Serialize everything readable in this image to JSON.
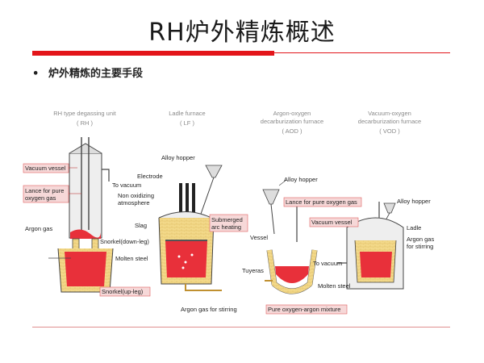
{
  "title": "RH炉外精炼概述",
  "bullet": {
    "marker": "•",
    "text": "炉外精炼的主要手段"
  },
  "units": [
    {
      "name": "RH type degassing unit",
      "abbr": "( RH )"
    },
    {
      "name": "Ladle furnace",
      "abbr": "( LF )"
    },
    {
      "name_line1": "Argon-oxygen",
      "name_line2": "decarburization furnace",
      "abbr": "( AOD )"
    },
    {
      "name_line1": "Vacuum-oxygen",
      "name_line2": "decarburization furnace",
      "abbr": "( VOD )"
    }
  ],
  "rh_labels": {
    "vacuum_vessel": "Vacuum vessel",
    "lance_line1": "Lance for pure",
    "lance_line2": "oxygen gas",
    "argon_gas": "Argon gas",
    "to_vacuum": "To vacuum",
    "snorkel_down": "Snorkel(down-leg)",
    "snorkel_up": "Snorkel(up-leg)"
  },
  "lf_labels": {
    "alloy_hopper": "Alloy hopper",
    "electrode": "Electrode",
    "non_oxidizing_line1": "Non oxidizing",
    "non_oxidizing_line2": "atmosphere",
    "slag": "Slag",
    "submerged_line1": "Submerged",
    "submerged_line2": "arc heating",
    "molten_steel": "Molten steel",
    "argon_stirring": "Argon gas for stirring"
  },
  "aod_labels": {
    "alloy_hopper": "Alloy hopper",
    "lance": "Lance for pure oxygen gas",
    "vessel": "Vessel",
    "tuyeras": "Tuyeras",
    "mixture": "Pure oxygen-argon mixture"
  },
  "vod_labels": {
    "alloy_hopper": "Alloy hopper",
    "vacuum_vessel": "Vacuum vessel",
    "ladle": "Ladle",
    "argon_line1": "Argon gas",
    "argon_line2": "for stirring",
    "to_vacuum": "To vacuum",
    "molten_steel": "Molten steel"
  },
  "colors": {
    "accent": "#e3151a",
    "steel": "#e8303a",
    "label_bg": "#f6d8d8"
  }
}
